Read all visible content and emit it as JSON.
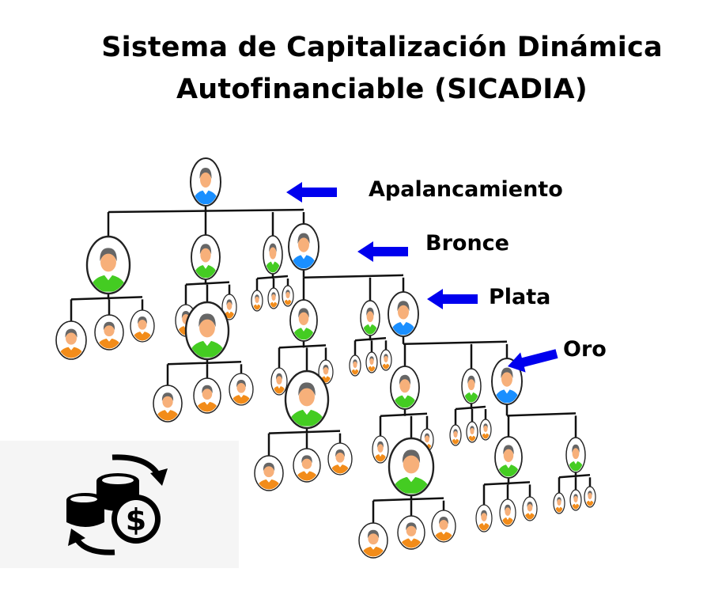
{
  "title": {
    "line1": "Sistema de Capitalización Dinámica",
    "line2": "Autofinanciable (SICADIA)"
  },
  "levels": [
    {
      "label": "Apalancamiento",
      "icon": "arrow-left-icon"
    },
    {
      "label": "Bronce",
      "icon": "arrow-left-icon"
    },
    {
      "label": "Plata",
      "icon": "arrow-left-icon"
    },
    {
      "label": "Oro",
      "icon": "arrow-left-icon"
    }
  ],
  "colors": {
    "arrow": "#0000ee",
    "leader": "#1a8fff",
    "member": "#44cc22",
    "recruit": "#f28c1a",
    "face": "#f7b07a",
    "hair": "#666666"
  },
  "icon": "coins-exchange-icon"
}
